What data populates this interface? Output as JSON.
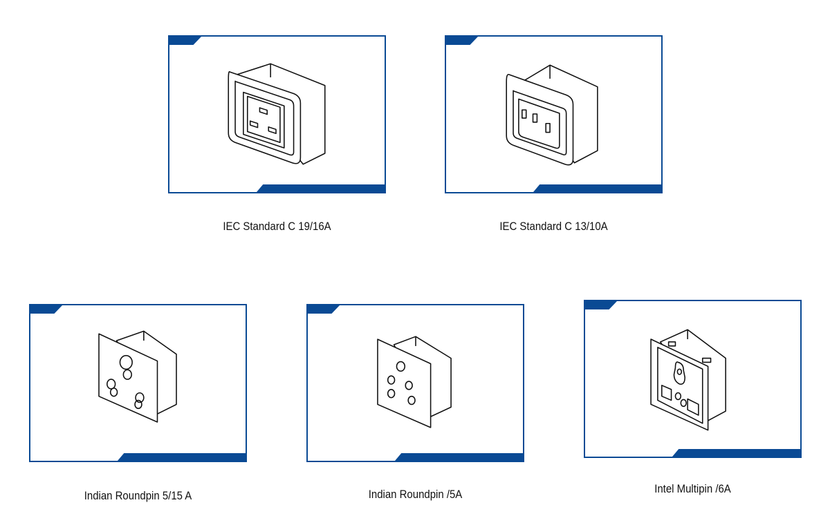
{
  "brand_color": "#0a4a94",
  "sockets": [
    {
      "icon": "iec-c19-socket-icon",
      "caption": "IEC Standard C 19/16A"
    },
    {
      "icon": "iec-c13-socket-icon",
      "caption": "IEC Standard C 13/10A"
    },
    {
      "icon": "indian-roundpin-5-15-socket-icon",
      "caption": "Indian Roundpin 5/15 A"
    },
    {
      "icon": "indian-roundpin-5a-socket-icon",
      "caption": "Indian Roundpin /5A"
    },
    {
      "icon": "multipin-6a-socket-icon",
      "caption": "Intel Multipin /6A"
    }
  ]
}
